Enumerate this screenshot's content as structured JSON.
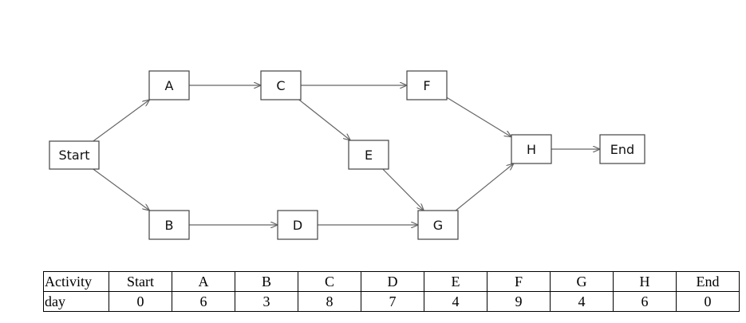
{
  "network": {
    "nodes": [
      {
        "id": "start",
        "label": "Start"
      },
      {
        "id": "a",
        "label": "A"
      },
      {
        "id": "b",
        "label": "B"
      },
      {
        "id": "c",
        "label": "C"
      },
      {
        "id": "d",
        "label": "D"
      },
      {
        "id": "e",
        "label": "E"
      },
      {
        "id": "f",
        "label": "F"
      },
      {
        "id": "g",
        "label": "G"
      },
      {
        "id": "h",
        "label": "H"
      },
      {
        "id": "end",
        "label": "End"
      }
    ],
    "edges": [
      {
        "from": "start",
        "to": "a"
      },
      {
        "from": "start",
        "to": "b"
      },
      {
        "from": "a",
        "to": "c"
      },
      {
        "from": "b",
        "to": "d"
      },
      {
        "from": "c",
        "to": "f"
      },
      {
        "from": "c",
        "to": "e"
      },
      {
        "from": "d",
        "to": "g"
      },
      {
        "from": "e",
        "to": "g"
      },
      {
        "from": "f",
        "to": "h"
      },
      {
        "from": "g",
        "to": "h"
      },
      {
        "from": "h",
        "to": "end"
      }
    ]
  },
  "table": {
    "rows": [
      {
        "label": "Activity",
        "cells": [
          "Start",
          "A",
          "B",
          "C",
          "D",
          "E",
          "F",
          "G",
          "H",
          "End"
        ]
      },
      {
        "label": "day",
        "cells": [
          "0",
          "6",
          "3",
          "8",
          "7",
          "4",
          "9",
          "4",
          "6",
          "0"
        ]
      }
    ]
  }
}
